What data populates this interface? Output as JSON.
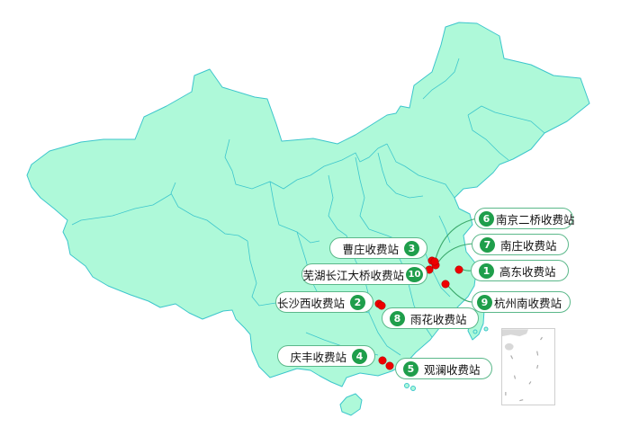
{
  "map": {
    "region": "China",
    "fill_color": "#aef9d9",
    "border_color": "#3cc6cc",
    "marker_color": "#ee0000",
    "badge_color": "#1f9e4b",
    "label_border_color": "#5bb88a",
    "inset": "South China Sea islands"
  },
  "stations": [
    {
      "id": 1,
      "number": "1",
      "name": "高东收费站"
    },
    {
      "id": 2,
      "number": "2",
      "name": "长沙西收费站"
    },
    {
      "id": 3,
      "number": "3",
      "name": "曹庄收费站"
    },
    {
      "id": 4,
      "number": "4",
      "name": "庆丰收费站"
    },
    {
      "id": 5,
      "number": "5",
      "name": "观澜收费站"
    },
    {
      "id": 6,
      "number": "6",
      "name": "南京二桥收费站"
    },
    {
      "id": 7,
      "number": "7",
      "name": "南庄收费站"
    },
    {
      "id": 8,
      "number": "8",
      "name": "雨花收费站"
    },
    {
      "id": 9,
      "number": "9",
      "name": "杭州南收费站"
    },
    {
      "id": 10,
      "number": "10",
      "name": "芜湖长江大桥收费站"
    }
  ]
}
